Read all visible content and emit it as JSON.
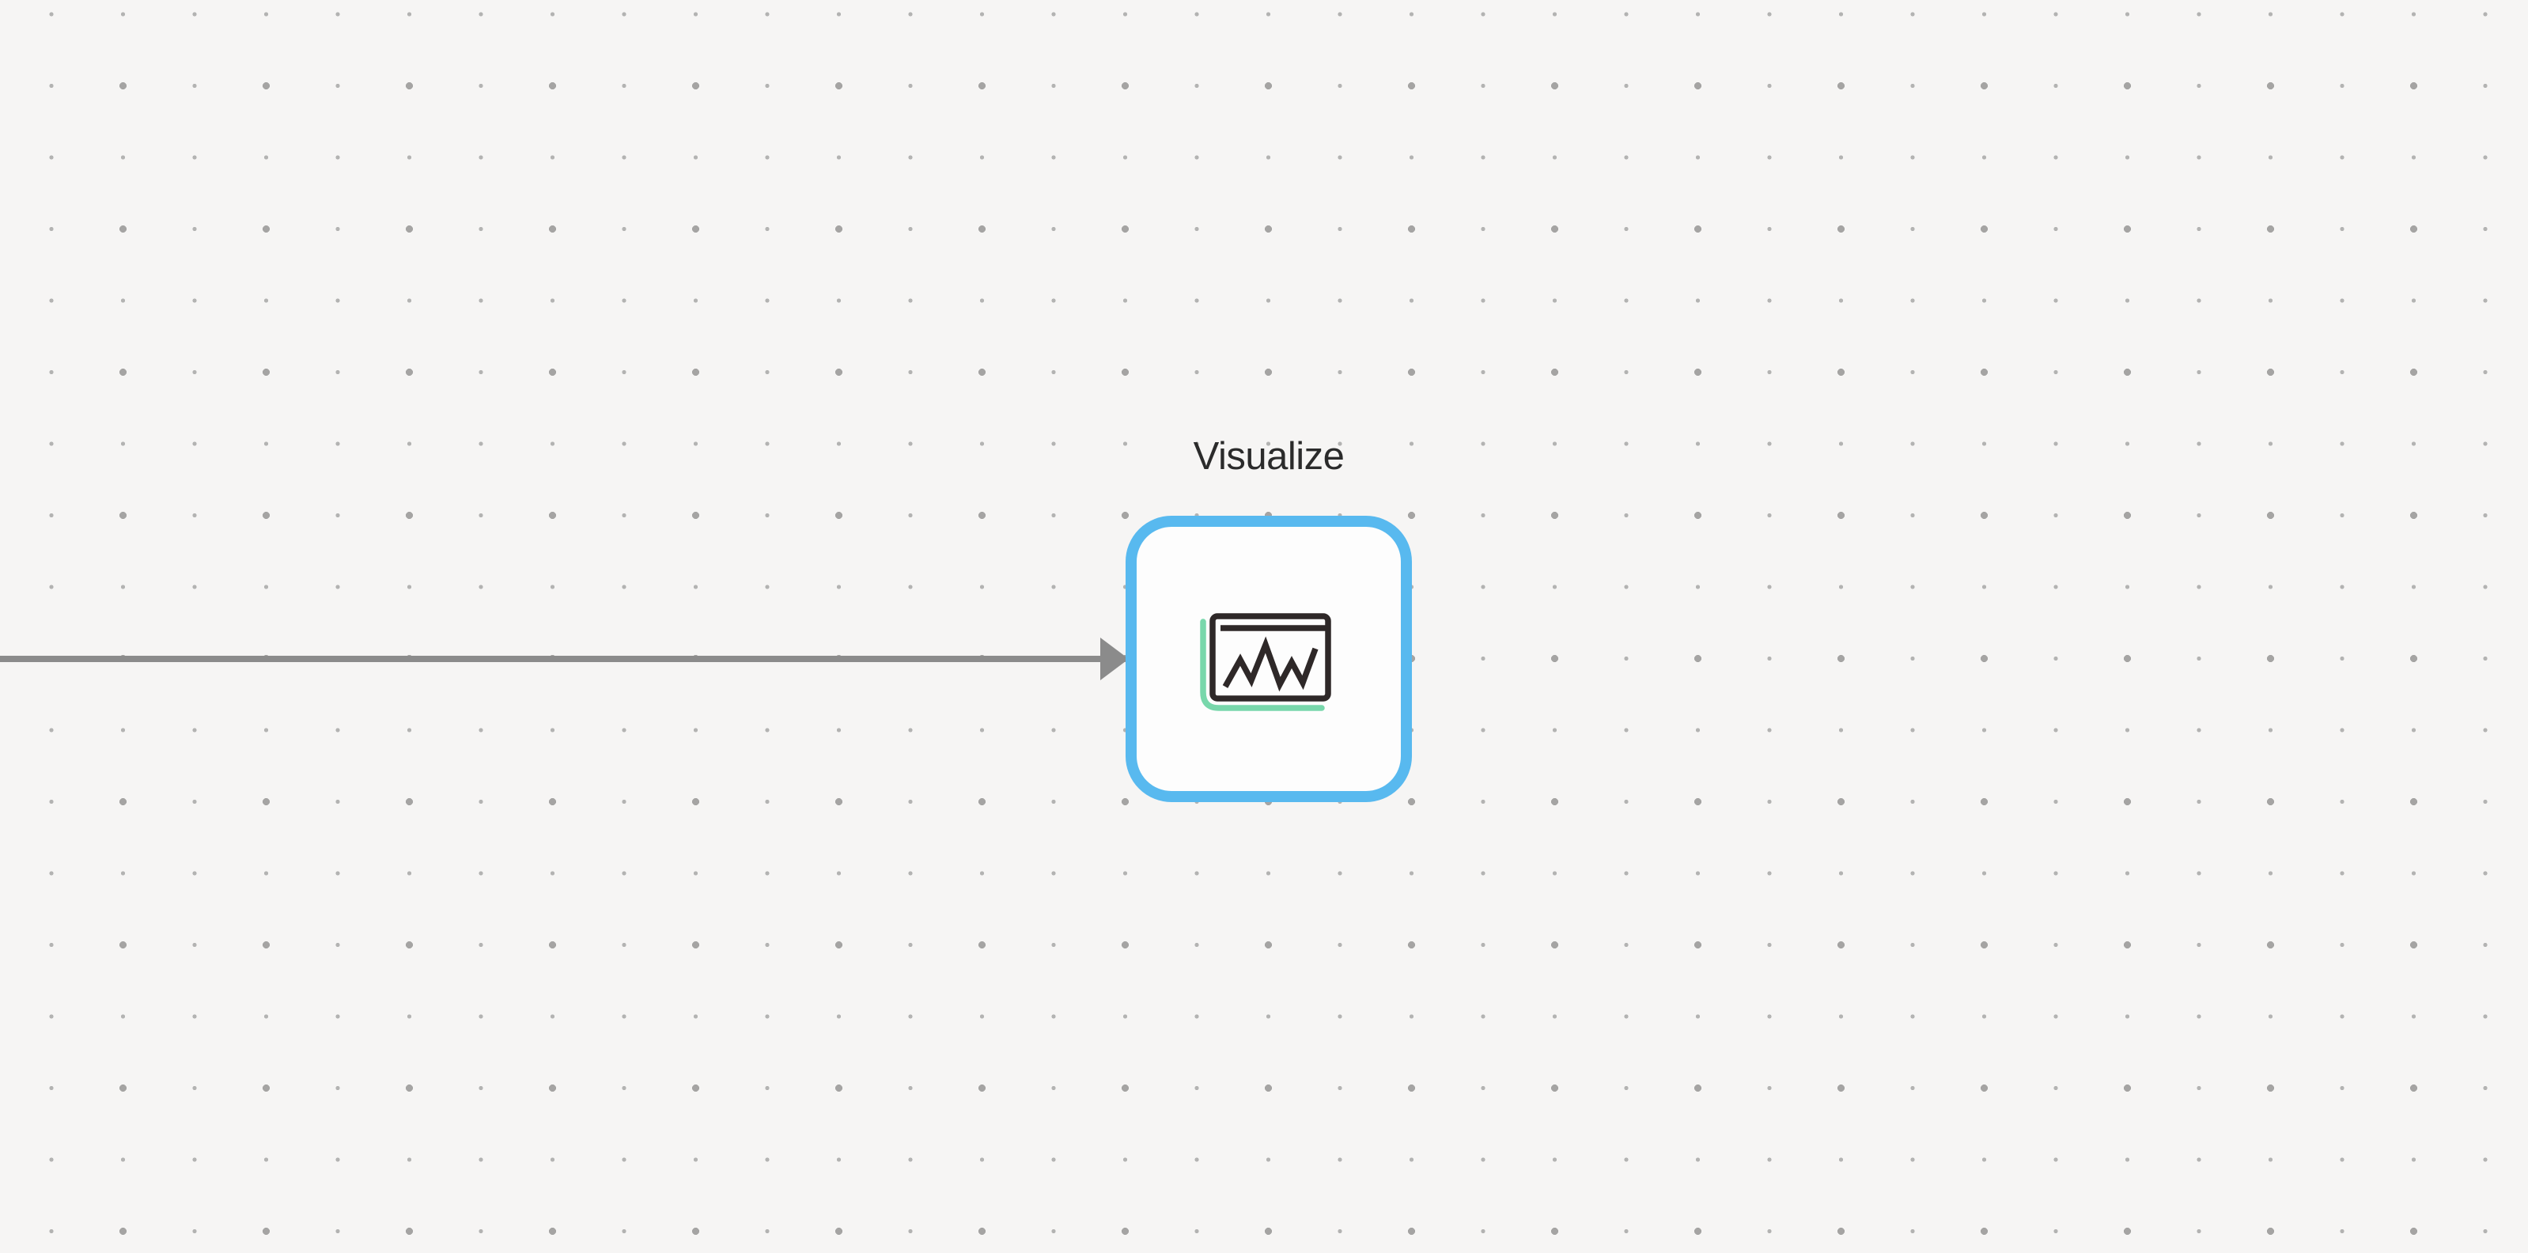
{
  "canvas": {
    "kind": "workflow-editor-canvas",
    "node": {
      "label": "Visualize",
      "icon": "chart-presentation",
      "selected": true
    },
    "edge": {
      "direction": "left-to-right",
      "arrowhead": "right"
    }
  },
  "colors": {
    "canvas-bg": "#f6f5f4",
    "dot-small": "#b3b3b2",
    "dot-large": "#a5a4a3",
    "node-bg": "#fdfdfd",
    "selection-blue": "#58b9ef",
    "edge-gray": "#8b8b8b",
    "label-color": "#2b2b2b",
    "icon-stroke": "#2e2828",
    "icon-green": "#78d7ab"
  }
}
